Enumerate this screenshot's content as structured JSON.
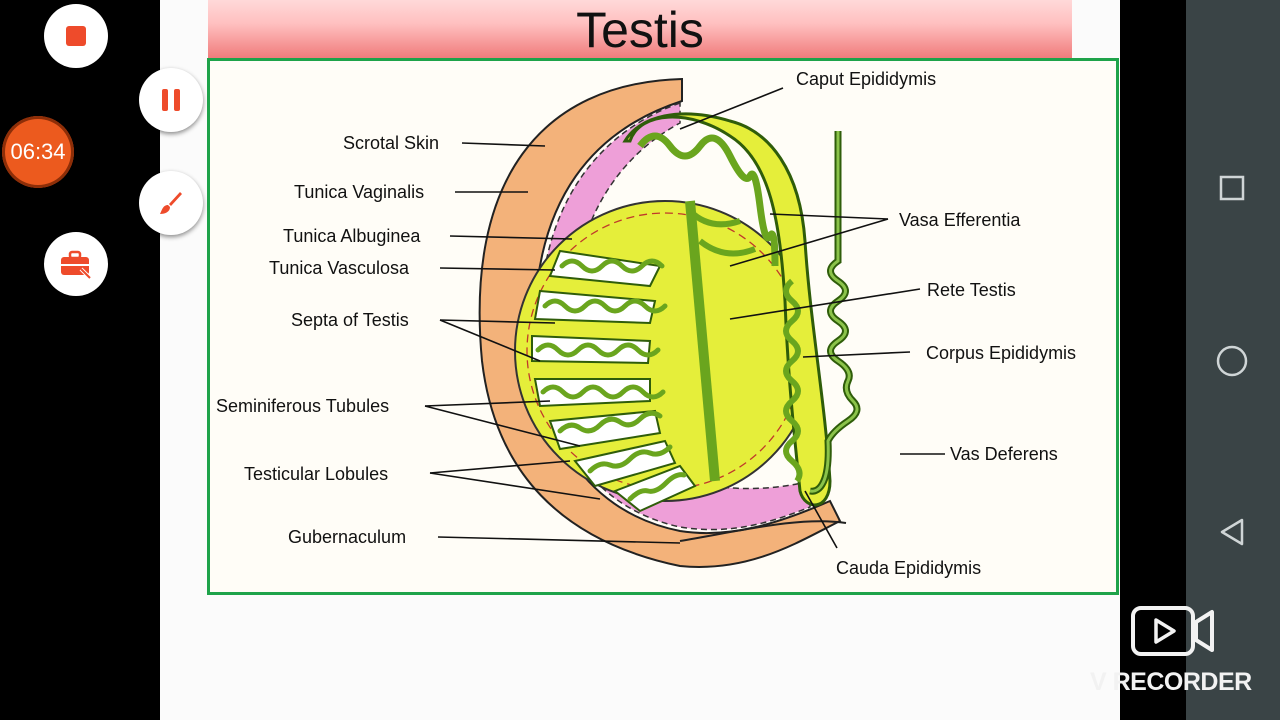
{
  "slide": {
    "title": "Testis"
  },
  "diagram": {
    "labels_left": {
      "scrotal_skin": "Scrotal Skin",
      "tunica_vaginalis": "Tunica Vaginalis",
      "tunica_albuginea": "Tunica Albuginea",
      "tunica_vasculosa": "Tunica Vasculosa",
      "septa_of_testis": "Septa of Testis",
      "seminiferous_tubules": "Seminiferous Tubules",
      "testicular_lobules": "Testicular Lobules",
      "gubernaculum": "Gubernaculum"
    },
    "labels_right": {
      "caput_epididymis": "Caput Epididymis",
      "vasa_efferentia": "Vasa Efferentia",
      "rete_testis": "Rete Testis",
      "corpus_epididymis": "Corpus Epididymis",
      "vas_deferens": "Vas Deferens",
      "cauda_epididymis": "Cauda Epididymis"
    },
    "colors": {
      "frame": "#1ea34a",
      "tubule_green": "#6aa51e",
      "yellow_fill": "#e5ee3a",
      "pink": "#ee9fd8",
      "skin": "#f3b27a"
    }
  },
  "recorder": {
    "timer": "06:34",
    "buttons": [
      "stop-icon",
      "pause-icon",
      "brush-icon",
      "toolbox-icon"
    ],
    "watermark": "V RECORDER"
  },
  "system_nav": {
    "buttons": [
      "recents-icon",
      "home-icon",
      "back-icon"
    ]
  }
}
